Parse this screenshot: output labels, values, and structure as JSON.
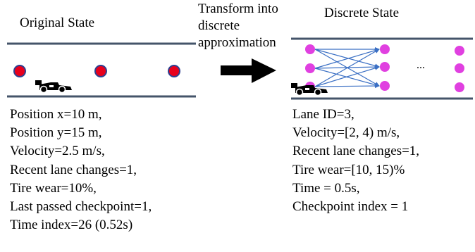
{
  "original": {
    "title": "Original State",
    "lines": [
      "Position x=10 m,",
      "Position y=15 m,",
      "Velocity=2.5 m/s,",
      "Recent lane changes=1,",
      "Tire wear=10%,",
      "Last passed checkpoint=1,",
      "Time index=26 (0.52s)"
    ]
  },
  "transform": {
    "lines": [
      "Transform into",
      "discrete",
      "approximation"
    ]
  },
  "discrete": {
    "title": "Discrete State",
    "ellipsis": "...",
    "lines": [
      "Lane ID=3,",
      "Velocity=[2, 4) m/s,",
      "Recent lane changes=1,",
      "Tire wear=[10, 15)%",
      "Time = 0.5s,",
      "Checkpoint index = 1"
    ]
  },
  "colors": {
    "lane_line": "#44546a",
    "checkpoint_fill": "#e8001c",
    "checkpoint_stroke": "#2f3f8f",
    "node_fill": "#e040e0",
    "edge": "#3a6fc4",
    "arrow": "#000000"
  },
  "icons": {
    "car": "race-car-icon",
    "checkpoint": "checkpoint-dot-icon",
    "node": "discrete-node-icon"
  }
}
